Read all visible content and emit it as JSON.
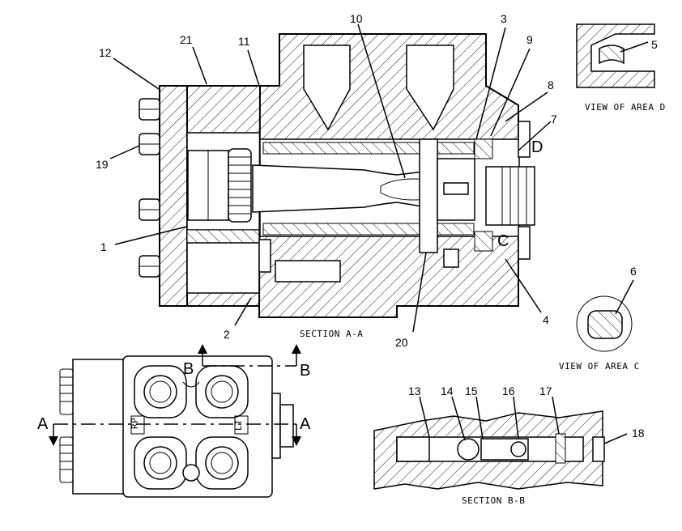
{
  "part_numbers": [
    "1",
    "2",
    "3",
    "4",
    "5",
    "6",
    "7",
    "8",
    "9",
    "10",
    "11",
    "12",
    "13",
    "14",
    "15",
    "16",
    "17",
    "18",
    "19",
    "20",
    "21"
  ],
  "letters": {
    "A": "A",
    "B": "B",
    "C": "C",
    "D": "D"
  },
  "captions": {
    "section_aa": "SECTION A-A",
    "section_bb": "SECTION B-B",
    "view_area_d": "VIEW OF AREA D",
    "view_area_c": "VIEW OF AREA C"
  },
  "port_labels": {
    "rp": "RP",
    "lt": "LT"
  }
}
